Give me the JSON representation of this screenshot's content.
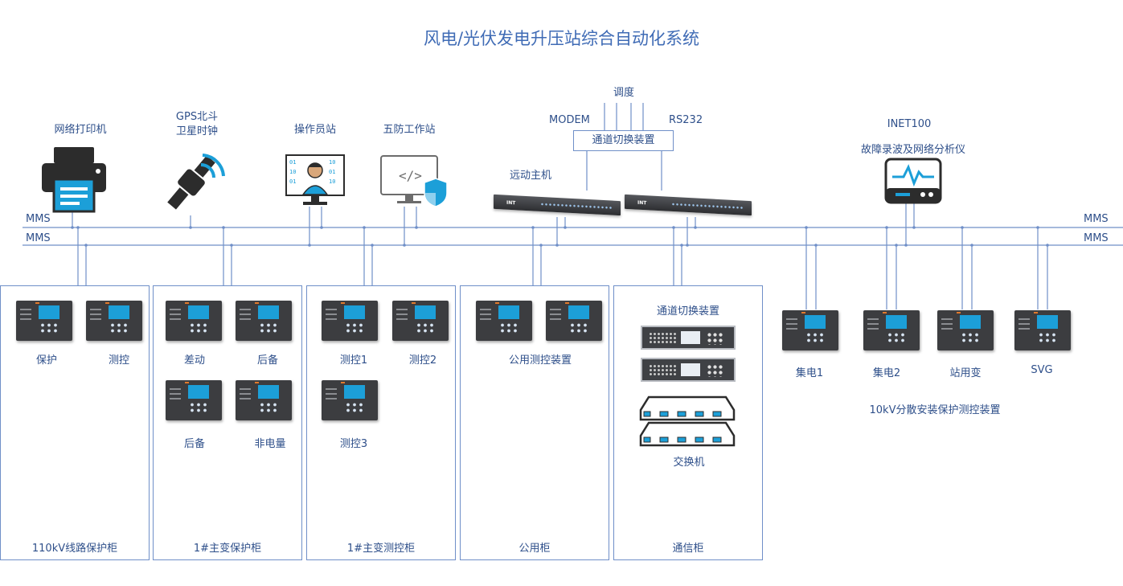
{
  "title": "风电/光伏发电升压站综合自动化系统",
  "top_devices": {
    "printer": "网络打印机",
    "gps_line1": "GPS北斗",
    "gps_line2": "卫星时钟",
    "operator": "操作员站",
    "wufang": "五防工作站",
    "dispatch": "调度",
    "modem": "MODEM",
    "rs232": "RS232",
    "channel_switch": "通道切换装置",
    "remote_host": "远动主机",
    "rack_brand": "INT",
    "inet_line1": "INET100",
    "inet_line2": "故障录波及网络分析仪"
  },
  "network": {
    "mms_a": "MMS",
    "mms_b": "MMS",
    "mms_a_right": "MMS",
    "mms_b_right": "MMS"
  },
  "cabinets": [
    {
      "label": "110kV线路保护柜",
      "devices": [
        "保护",
        "测控"
      ]
    },
    {
      "label": "1#主变保护柜",
      "devices": [
        "差动",
        "后备",
        "后备",
        "非电量"
      ]
    },
    {
      "label": "1#主变测控柜",
      "devices": [
        "测控1",
        "测控2",
        "测控3"
      ]
    },
    {
      "label": "公用柜",
      "devices": [
        "公用测控装置"
      ]
    },
    {
      "label": "通信柜",
      "devices": [
        "通道切换装置",
        "交换机"
      ]
    }
  ],
  "dist": {
    "devices": [
      "集电1",
      "集电2",
      "站用变",
      "SVG"
    ],
    "caption": "10kV分散安装保护测控装置"
  },
  "colors": {
    "line": "#6f8fc8",
    "text": "#2e4f8a",
    "title": "#3f6bb5",
    "icon_dark": "#2c2c2c",
    "icon_blue": "#1c9fd8"
  }
}
